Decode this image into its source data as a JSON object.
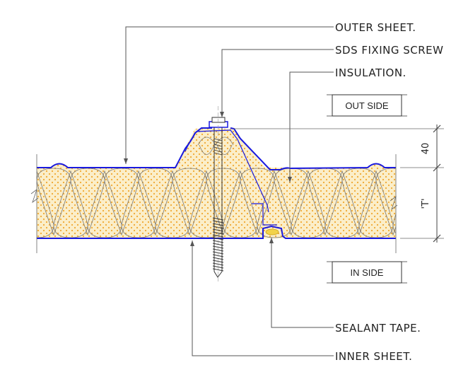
{
  "callouts": {
    "outer_sheet": "OUTER SHEET.",
    "sds_fixing_screw": "SDS FIXING SCREW",
    "insulation": "INSULATION.",
    "sealant_tape": "SEALANT TAPE.",
    "inner_sheet": "INNER SHEET."
  },
  "boxes": {
    "out_side": "OUT SIDE",
    "in_side": "IN SIDE"
  },
  "dimensions": {
    "rib_height": "40",
    "thickness": "'T'"
  },
  "colors": {
    "sheet_line": "#1a1adf",
    "insulation_fill": "#fbeec9",
    "insulation_dots": "#f0a830",
    "sealant": "#f2d24a",
    "leader": "#555555"
  }
}
